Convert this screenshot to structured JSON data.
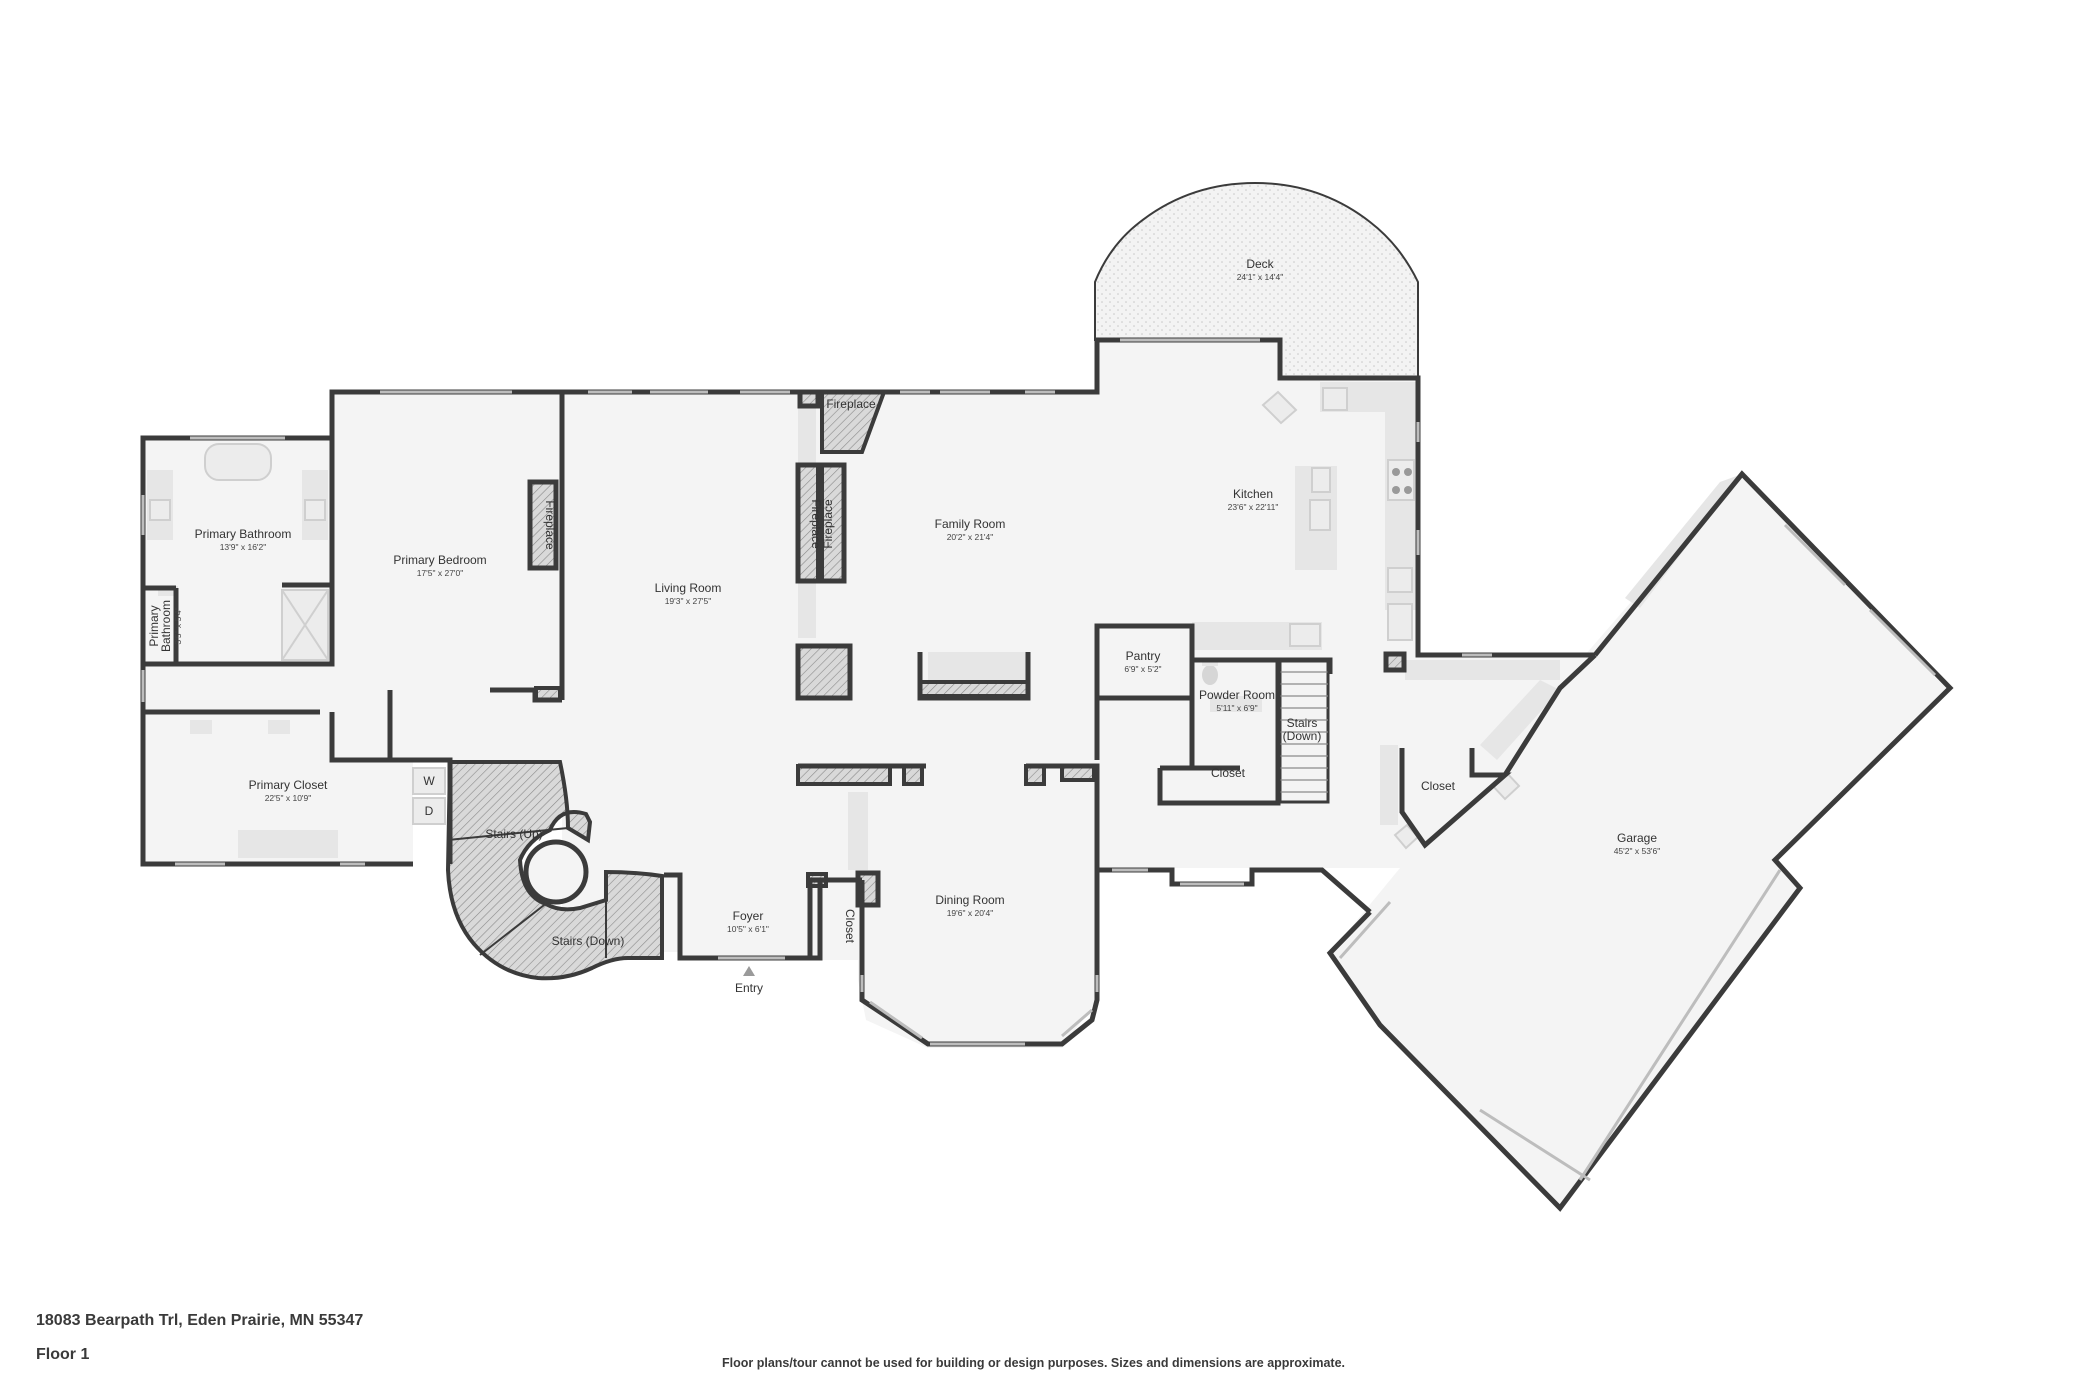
{
  "address": "18083 Bearpath Trl, Eden Prairie, MN 55347",
  "floor_label": "Floor 1",
  "disclaimer": "Floor plans/tour cannot be used for building or design purposes. Sizes and dimensions are approximate.",
  "rooms": {
    "deck": {
      "name": "Deck",
      "dim": "24'1\" x 14'4\""
    },
    "kitchen": {
      "name": "Kitchen",
      "dim": "23'6\" x 22'11\""
    },
    "family_room": {
      "name": "Family Room",
      "dim": "20'2\" x 21'4\""
    },
    "living_room": {
      "name": "Living Room",
      "dim": "19'3\" x 27'5\""
    },
    "primary_bedroom": {
      "name": "Primary Bedroom",
      "dim": "17'5\" x 27'0\""
    },
    "primary_bathroom": {
      "name": "Primary Bathroom",
      "dim": "13'9\" x 16'2\""
    },
    "primary_bathroom_small": {
      "name_line1": "Primary",
      "name_line2": "Bathroom",
      "dim": "3'5\" x 5'4\""
    },
    "primary_closet": {
      "name": "Primary Closet",
      "dim": "22'5\" x 10'9\""
    },
    "pantry": {
      "name": "Pantry",
      "dim": "6'9\" x 5'2\""
    },
    "powder_room": {
      "name": "Powder Room",
      "dim": "5'11\" x 6'9\""
    },
    "stairs_down_right": {
      "name_line1": "Stairs",
      "name_line2": "(Down)"
    },
    "closet_center": {
      "name": "Closet"
    },
    "closet_right": {
      "name": "Closet"
    },
    "closet_foyer": {
      "name": "Closet"
    },
    "garage": {
      "name": "Garage",
      "dim": "45'2\" x 53'6\""
    },
    "dining_room": {
      "name": "Dining Room",
      "dim": "19'6\" x 20'4\""
    },
    "foyer": {
      "name": "Foyer",
      "dim": "10'5\" x 6'1\""
    },
    "entry": {
      "name": "Entry"
    },
    "stairs_up": {
      "name": "Stairs (Up)"
    },
    "stairs_down": {
      "name": "Stairs (Down)"
    }
  },
  "fireplace_label": "Fireplace",
  "laundry": {
    "washer": "W",
    "dryer": "D"
  }
}
